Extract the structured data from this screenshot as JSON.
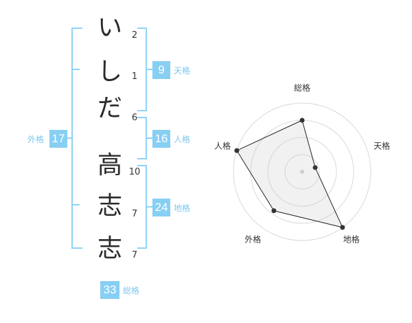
{
  "name_chars": [
    {
      "char": "い",
      "strokes": "2"
    },
    {
      "char": "し",
      "strokes": "1"
    },
    {
      "char": "だ",
      "strokes": "6"
    },
    {
      "char": "高",
      "strokes": "10"
    },
    {
      "char": "志",
      "strokes": "7"
    },
    {
      "char": "志",
      "strokes": "7"
    }
  ],
  "fortunes": {
    "tenkaku": {
      "value": "9",
      "label": "天格"
    },
    "jinkaku": {
      "value": "16",
      "label": "人格"
    },
    "chikaku": {
      "value": "24",
      "label": "地格"
    },
    "gaikaku": {
      "value": "17",
      "label": "外格"
    },
    "soukaku": {
      "value": "33",
      "label": "総格"
    }
  },
  "chart_data": {
    "type": "radar",
    "axes": [
      "総格",
      "天格",
      "地格",
      "外格",
      "人格"
    ],
    "values": [
      0.75,
      0.2,
      1.0,
      0.7,
      1.0
    ],
    "max": 1.0,
    "rings": 4
  }
}
